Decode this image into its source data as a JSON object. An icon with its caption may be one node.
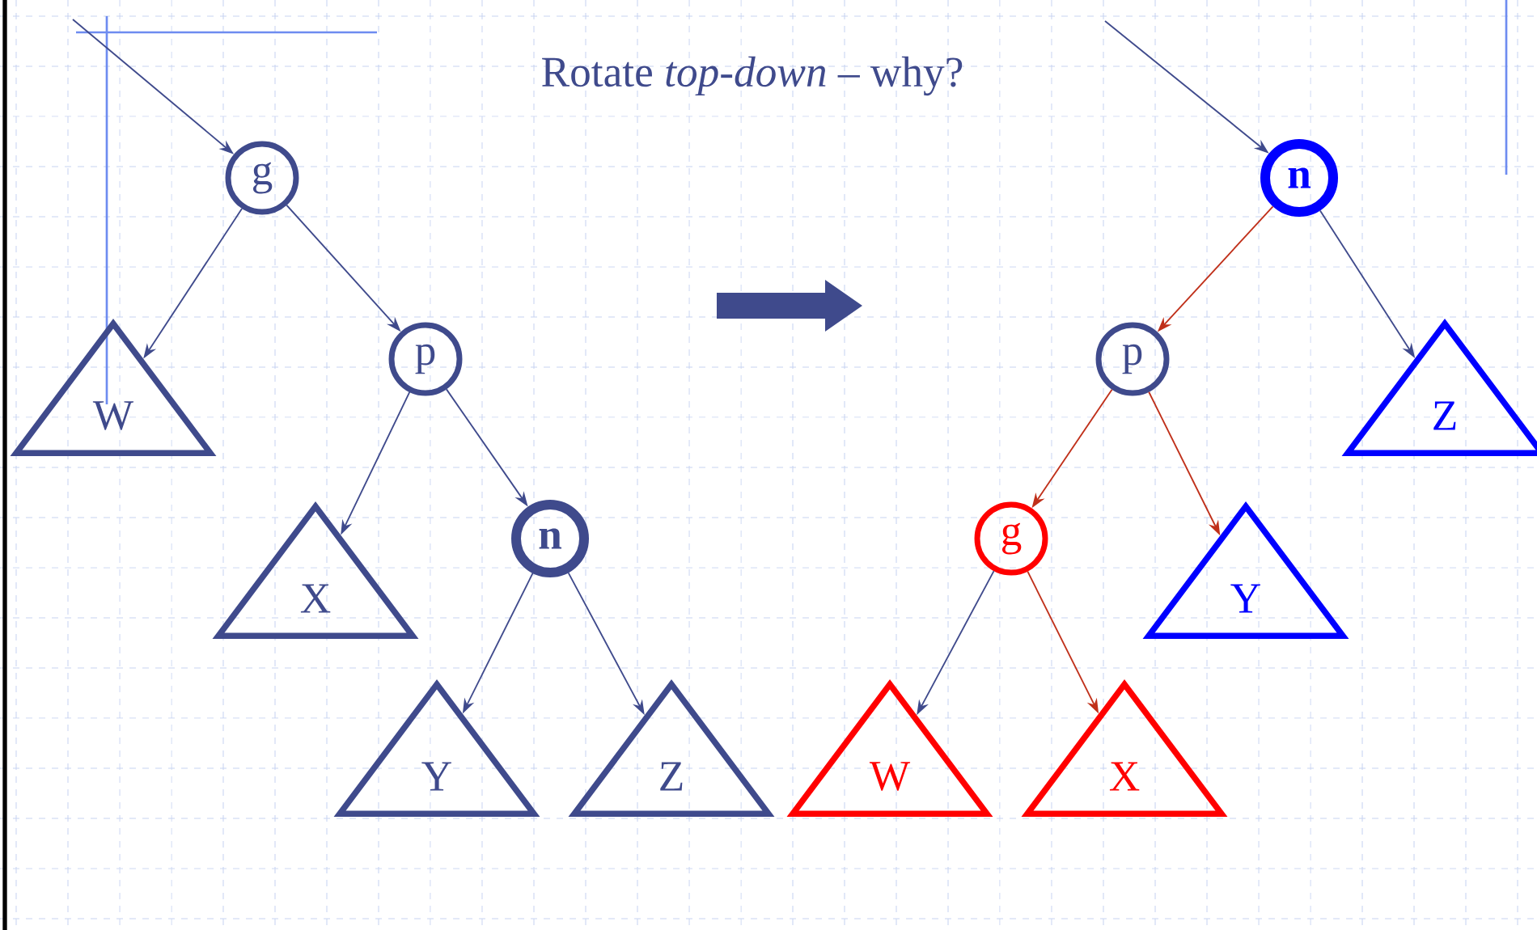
{
  "diagram": {
    "nodes": [
      {
        "text": [
          "g"
        ]
      },
      {
        "text": [
          "W"
        ]
      },
      {
        "text": [
          "p"
        ]
      },
      {
        "text": [
          "X"
        ]
      },
      {
        "text": [
          "n"
        ]
      },
      {
        "text": [
          "Y"
        ]
      },
      {
        "text": [
          "Z"
        ]
      },
      {
        "text": [
          "n"
        ]
      },
      {
        "text": [
          "p"
        ]
      },
      {
        "text": [
          "Z"
        ]
      },
      {
        "text": [
          "g"
        ]
      },
      {
        "text": [
          "Y"
        ]
      },
      {
        "text": [
          "W"
        ]
      },
      {
        "text": [
          "X"
        ]
      }
    ],
    "edges": [
      {
        "from": null,
        "to": 0,
        "arrow": "to"
      },
      {
        "from": 0,
        "to": 1,
        "arrow": "to"
      },
      {
        "from": 0,
        "to": 2,
        "arrow": "to"
      },
      {
        "from": 2,
        "to": 3,
        "arrow": "to"
      },
      {
        "from": 2,
        "to": 4,
        "arrow": "to"
      },
      {
        "from": 4,
        "to": 5,
        "arrow": "to"
      },
      {
        "from": 4,
        "to": 6,
        "arrow": "to"
      },
      {
        "from": null,
        "to": 7,
        "arrow": "to"
      },
      {
        "from": 7,
        "to": 8,
        "arrow": "to",
        "color": "#c0301a"
      },
      {
        "from": 7,
        "to": 9,
        "arrow": "to"
      },
      {
        "from": 8,
        "to": 10,
        "arrow": "to",
        "color": "#c0301a"
      },
      {
        "from": 8,
        "to": 11,
        "arrow": "to",
        "color": "#c0301a"
      },
      {
        "from": 10,
        "to": 12,
        "arrow": "to"
      },
      {
        "from": 10,
        "to": 13,
        "arrow": "to",
        "color": "#c0301a"
      }
    ],
    "labels": [
      "Rotate *top-down* – why?"
    ]
  }
}
